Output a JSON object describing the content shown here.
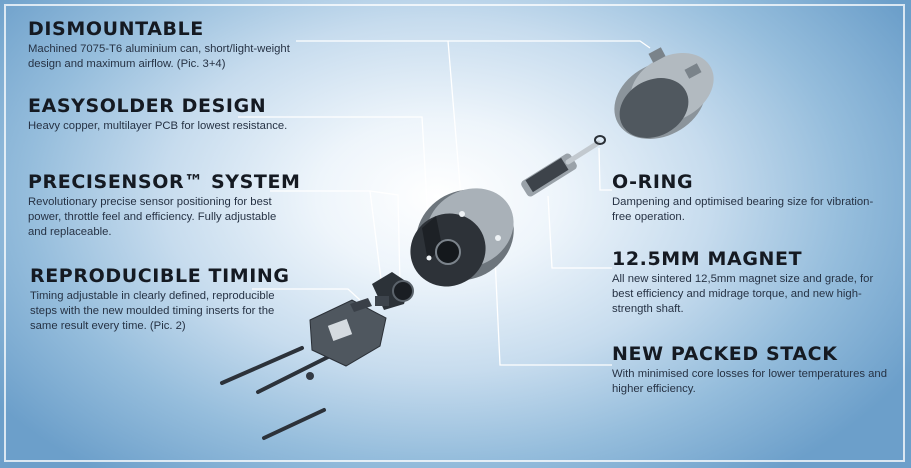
{
  "features": [
    {
      "title": "DISMOUNTABLE",
      "description": "Machined 7075-T6 aluminium can, short/light-weight design and maximum airflow. (Pic. 3+4)"
    },
    {
      "title": "EASYSOLDER DESIGN",
      "description": "Heavy copper, multilayer PCB for lowest resistance."
    },
    {
      "title": "PRECISENSOR™ SYSTEM",
      "description": "Revolutionary precise sensor positioning for best power, throttle feel and efficiency. Fully adjustable and replaceable."
    },
    {
      "title": "REPRODUCIBLE TIMING",
      "description": "Timing adjustable in clearly defined, reproducible steps with the new moulded timing inserts for the same result every time. (Pic. 2)"
    },
    {
      "title": "O-RING",
      "description": "Dampening and optimised bearing size for vibration-free operation."
    },
    {
      "title": "12.5MM MAGNET",
      "description": "All new sintered 12,5mm magnet size and grade, for best efficiency and midrage torque, and new high-strength shaft."
    },
    {
      "title": "NEW PACKED STACK",
      "description": "With minimised core losses for lower temperatures and higher efficiency."
    }
  ]
}
